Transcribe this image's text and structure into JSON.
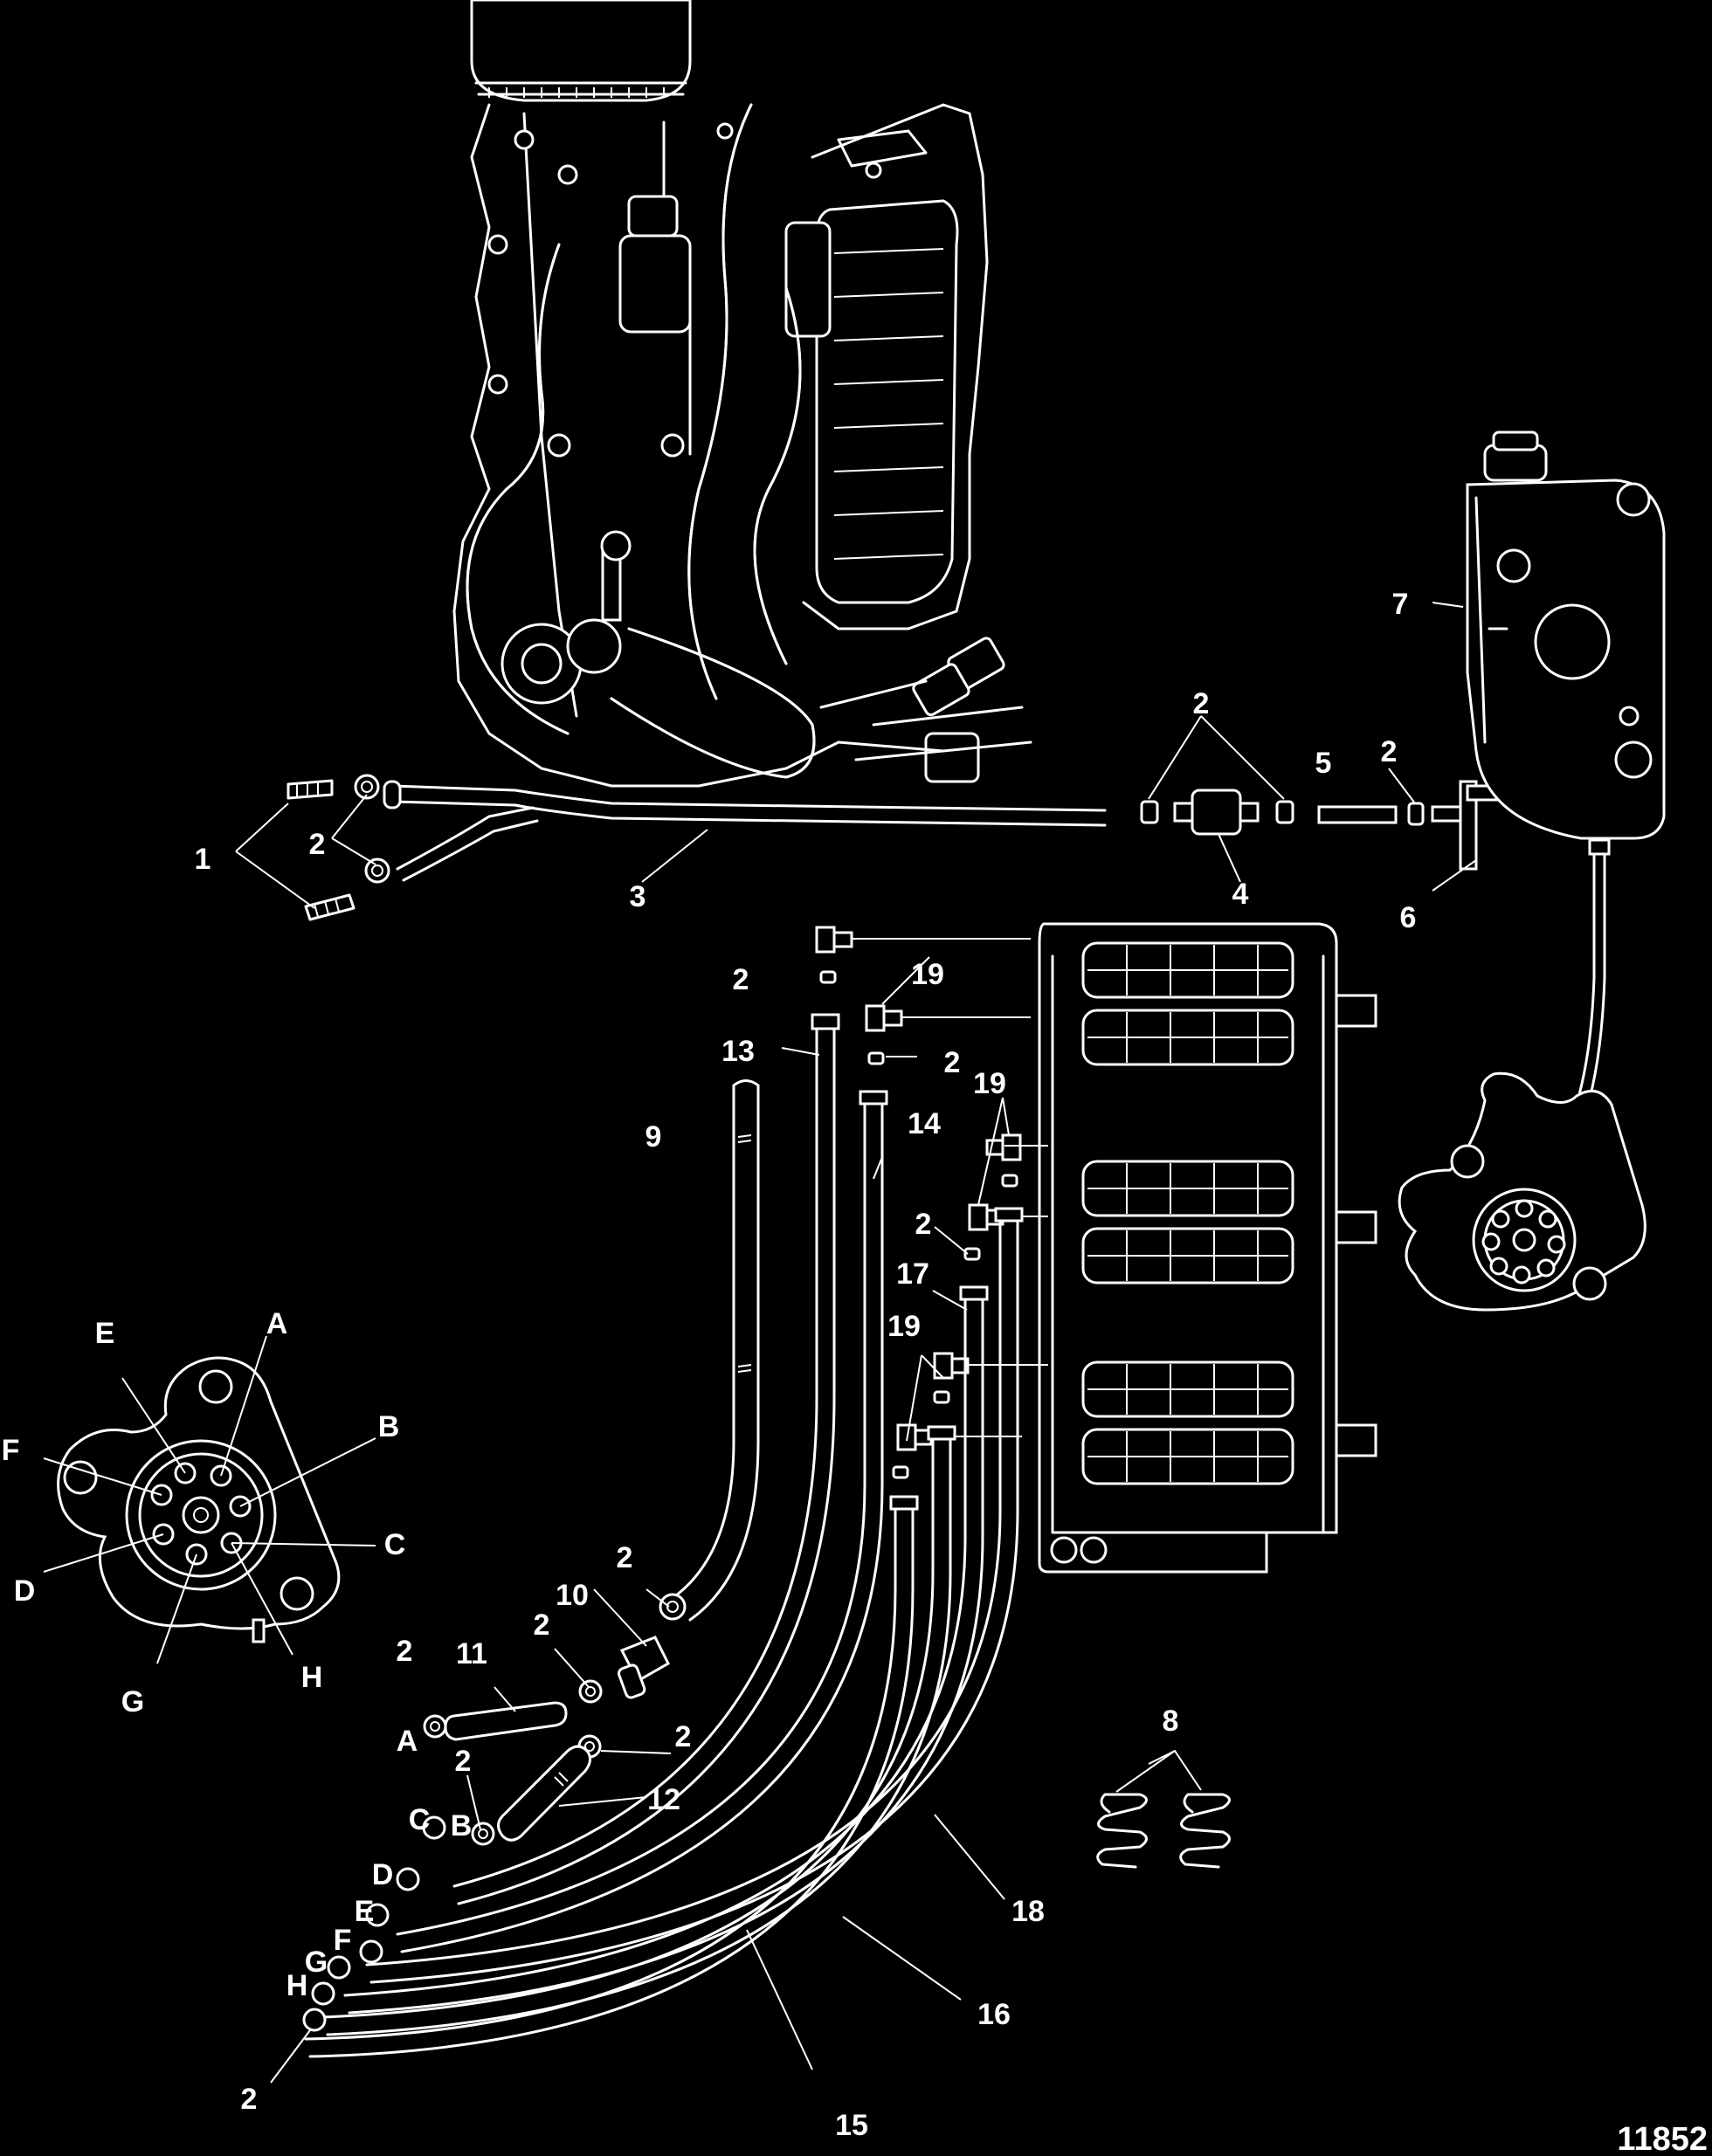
{
  "callouts": [
    "1",
    "2",
    "3",
    "4",
    "5",
    "6",
    "7",
    "8",
    "9",
    "10",
    "11",
    "12",
    "13",
    "14",
    "15",
    "16",
    "17",
    "18",
    "19"
  ],
  "pin_letters": [
    "A",
    "B",
    "C",
    "D",
    "E",
    "F",
    "G",
    "H"
  ],
  "reference_number": "11852"
}
